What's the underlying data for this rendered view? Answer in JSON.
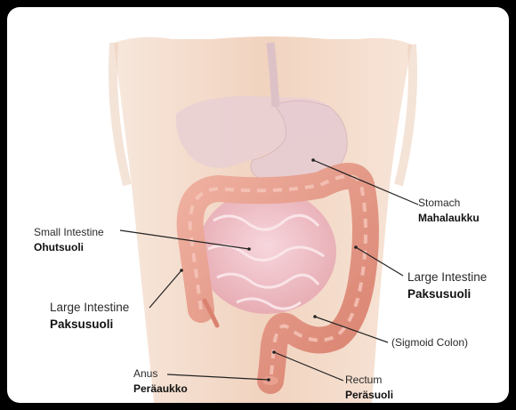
{
  "labels": {
    "stomach": {
      "en": "Stomach",
      "fi": "Mahalaukku"
    },
    "small_intestine": {
      "en": "Small Intestine",
      "fi": "Ohutsuoli"
    },
    "large_intestine_right": {
      "en": "Large Intestine",
      "fi": "Paksusuoli"
    },
    "large_intestine_left": {
      "en": "Large Intestine",
      "fi": "Paksusuoli"
    },
    "sigmoid_colon": {
      "en": "(Sigmoid Colon)"
    },
    "anus": {
      "en": "Anus",
      "fi": "Peräaukko"
    },
    "rectum": {
      "en": "Rectum",
      "fi": "Peräsuoli"
    }
  },
  "colors": {
    "background": "#000000",
    "panel": "#ffffff",
    "skin": "#f3d9c6",
    "intestine": "#e9a08f",
    "leader_line": "#222222"
  }
}
